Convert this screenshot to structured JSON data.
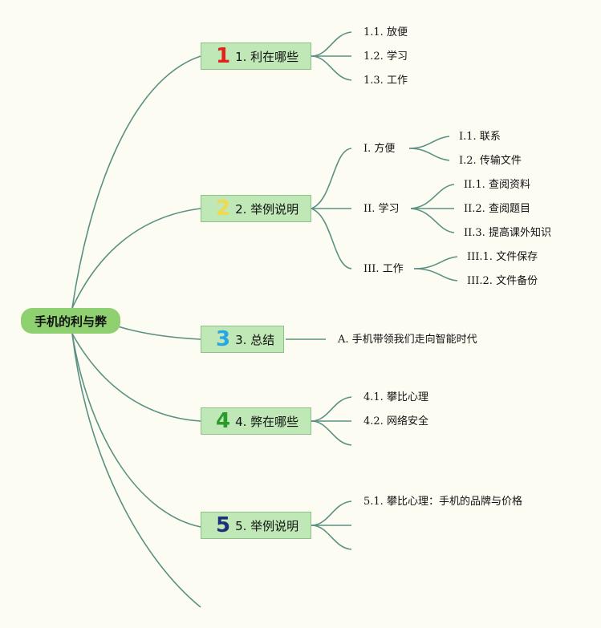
{
  "root": "手机的利与弊",
  "branches": [
    {
      "badge": "1",
      "badge_color": "#e0231c",
      "label": "1. 利在哪些",
      "children": [
        {
          "num": "1.1.",
          "text": "放便"
        },
        {
          "num": "1.2.",
          "text": "学习"
        },
        {
          "num": "1.3.",
          "text": "工作"
        }
      ]
    },
    {
      "badge": "2",
      "badge_color": "#f2d84b",
      "label": "2. 举例说明",
      "children": [
        {
          "num": "I.",
          "text": "方便",
          "children": [
            {
              "num": "I.1.",
              "text": "联系"
            },
            {
              "num": "I.2.",
              "text": "传输文件"
            }
          ]
        },
        {
          "num": "II.",
          "text": "学习",
          "children": [
            {
              "num": "II.1.",
              "text": "查阅资料"
            },
            {
              "num": "II.2.",
              "text": "查阅题目"
            },
            {
              "num": "II.3.",
              "text": "提高课外知识"
            }
          ]
        },
        {
          "num": "III.",
          "text": "工作",
          "children": [
            {
              "num": "III.1.",
              "text": "文件保存"
            },
            {
              "num": "III.2.",
              "text": "文件备份"
            }
          ]
        }
      ]
    },
    {
      "badge": "3",
      "badge_color": "#27a6e6",
      "label": "3. 总结",
      "children": [
        {
          "num": "A.",
          "text": "手机带领我们走向智能时代"
        }
      ]
    },
    {
      "badge": "4",
      "badge_color": "#2a9a2a",
      "label": "4. 弊在哪些",
      "children": [
        {
          "num": "4.1.",
          "text": "攀比心理"
        },
        {
          "num": "4.2.",
          "text": "网络安全"
        }
      ]
    },
    {
      "badge": "5",
      "badge_color": "#1d2f7a",
      "label": "5. 举例说明",
      "children": [
        {
          "num": "5.1.",
          "text": "攀比心理：手机的品牌与价格"
        }
      ]
    }
  ],
  "colors": {
    "connector": "#5a9182",
    "background": "#fdfcf3",
    "root_fill": "#8fd071",
    "branch_fill": "#bfe8b6"
  }
}
